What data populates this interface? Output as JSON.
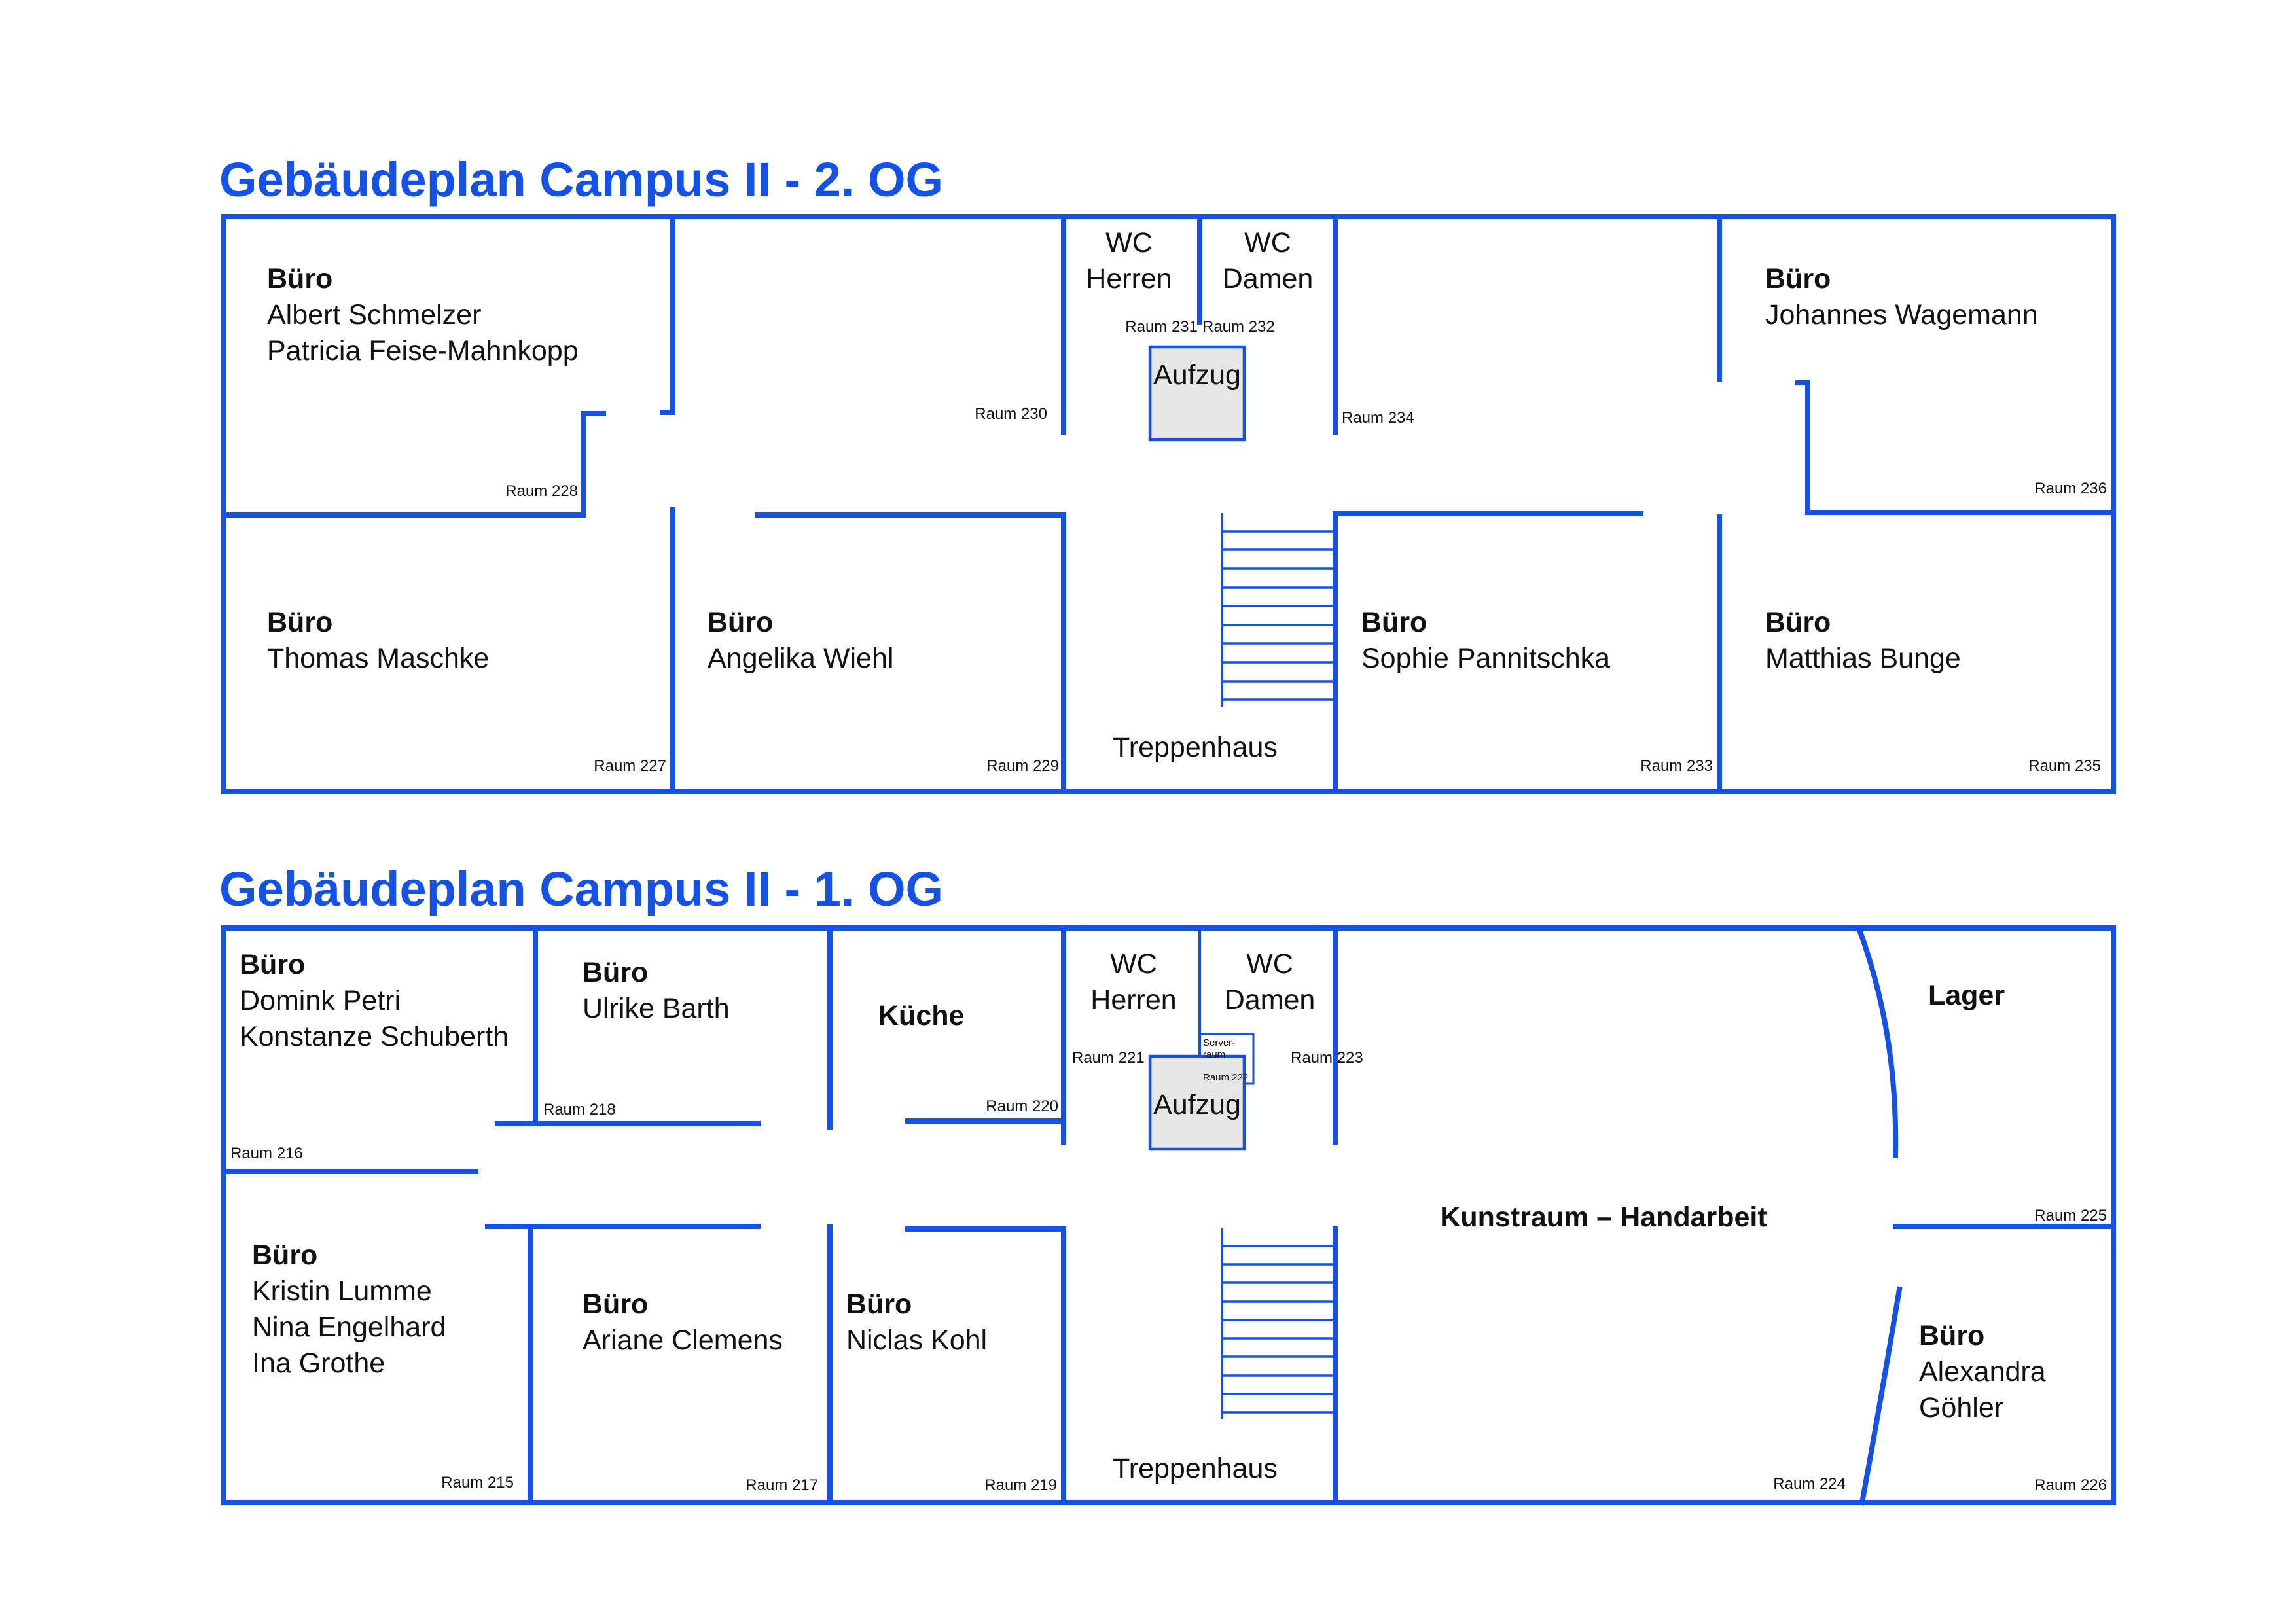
{
  "floor2": {
    "title": "Gebäudeplan Campus II - 2. OG",
    "rooms": [
      {
        "id": "r228",
        "label": "Büro",
        "names": [
          "Albert Schmelzer",
          "Patricia Feise-Mahnkopp"
        ],
        "number": "Raum 228"
      },
      {
        "id": "r230",
        "label": "",
        "names": [],
        "number": "Raum 230"
      },
      {
        "id": "r231",
        "label": "WC",
        "names": [
          "Herren"
        ],
        "number": "Raum 231"
      },
      {
        "id": "r232",
        "label": "WC",
        "names": [
          "Damen"
        ],
        "number": "Raum 232"
      },
      {
        "id": "r234",
        "label": "",
        "names": [],
        "number": "Raum 234"
      },
      {
        "id": "r236",
        "label": "Büro",
        "names": [
          "Johannes Wagemann"
        ],
        "number": "Raum 236"
      },
      {
        "id": "r227",
        "label": "Büro",
        "names": [
          "Thomas Maschke"
        ],
        "number": "Raum 227"
      },
      {
        "id": "r229",
        "label": "Büro",
        "names": [
          "Angelika Wiehl"
        ],
        "number": "Raum 229"
      },
      {
        "id": "r233",
        "label": "Büro",
        "names": [
          "Sophie Pannitschka"
        ],
        "number": "Raum 233"
      },
      {
        "id": "r235",
        "label": "Büro",
        "names": [
          "Matthias Bunge"
        ],
        "number": "Raum 235"
      }
    ],
    "elevator": "Aufzug",
    "stairs": "Treppenhaus"
  },
  "floor1": {
    "title": "Gebäudeplan Campus II - 1. OG",
    "rooms": [
      {
        "id": "r216",
        "label": "Büro",
        "names": [
          "Domink Petri",
          "Konstanze Schuberth"
        ],
        "number": "Raum 216"
      },
      {
        "id": "r218",
        "label": "Büro",
        "names": [
          "Ulrike Barth"
        ],
        "number": "Raum 218"
      },
      {
        "id": "r220",
        "label": "Küche",
        "names": [],
        "number": "Raum 220"
      },
      {
        "id": "r221",
        "label": "WC",
        "names": [
          "Herren"
        ],
        "number": "Raum 221"
      },
      {
        "id": "r223",
        "label": "WC",
        "names": [
          "Damen"
        ],
        "number": "Raum 223"
      },
      {
        "id": "r222",
        "label": "Server-",
        "names": [
          "raum"
        ],
        "number": "Raum 222"
      },
      {
        "id": "r225",
        "label": "Lager",
        "names": [],
        "number": "Raum 225"
      },
      {
        "id": "r224",
        "label": "Kunstraum – Handarbeit",
        "names": [],
        "number": "Raum 224"
      },
      {
        "id": "r226",
        "label": "Büro",
        "names": [
          "Alexandra",
          "Göhler"
        ],
        "number": "Raum 226"
      },
      {
        "id": "r215",
        "label": "Büro",
        "names": [
          "Kristin Lumme",
          "Nina Engelhard",
          "Ina Grothe"
        ],
        "number": "Raum 215"
      },
      {
        "id": "r217",
        "label": "Büro",
        "names": [
          "Ariane Clemens"
        ],
        "number": "Raum 217"
      },
      {
        "id": "r219",
        "label": "Büro",
        "names": [
          "Niclas Kohl"
        ],
        "number": "Raum 219"
      }
    ],
    "elevator": "Aufzug",
    "stairs": "Treppenhaus"
  },
  "colors": {
    "wall": "#1351e8",
    "title": "#1351e8",
    "elevator_fill": "#e6e6e6",
    "text": "#111111"
  }
}
